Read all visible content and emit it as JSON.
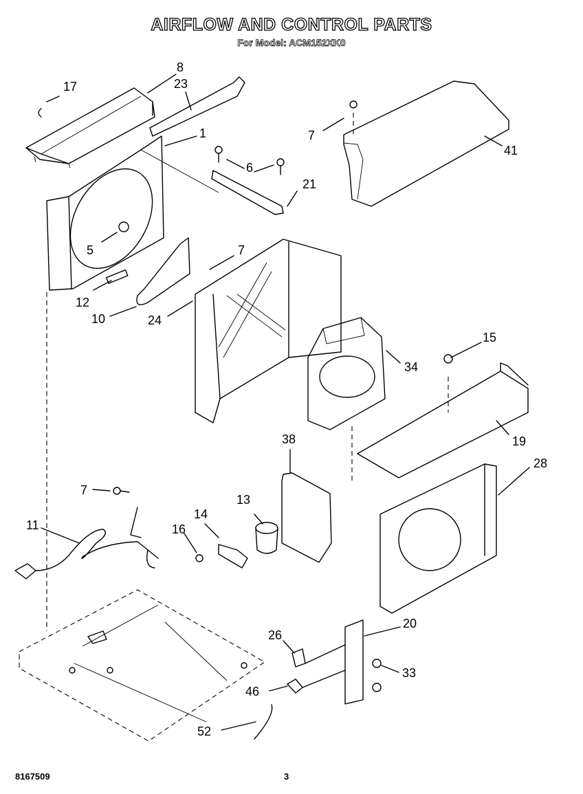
{
  "header": {
    "title": "AIRFLOW AND CONTROL PARTS",
    "subtitle": "For Model: ACM152XK0"
  },
  "footer": {
    "doc_number": "8167509",
    "page_number": "3"
  },
  "callouts": [
    {
      "id": "17",
      "label": "17"
    },
    {
      "id": "8",
      "label": "8"
    },
    {
      "id": "23",
      "label": "23"
    },
    {
      "id": "1",
      "label": "1"
    },
    {
      "id": "6",
      "label": "6"
    },
    {
      "id": "21",
      "label": "21"
    },
    {
      "id": "7a",
      "label": "7"
    },
    {
      "id": "41",
      "label": "41"
    },
    {
      "id": "5",
      "label": "5"
    },
    {
      "id": "7b",
      "label": "7"
    },
    {
      "id": "12",
      "label": "12"
    },
    {
      "id": "10",
      "label": "10"
    },
    {
      "id": "24",
      "label": "24"
    },
    {
      "id": "34",
      "label": "34"
    },
    {
      "id": "15",
      "label": "15"
    },
    {
      "id": "19",
      "label": "19"
    },
    {
      "id": "38",
      "label": "38"
    },
    {
      "id": "28",
      "label": "28"
    },
    {
      "id": "7c",
      "label": "7"
    },
    {
      "id": "13",
      "label": "13"
    },
    {
      "id": "14",
      "label": "14"
    },
    {
      "id": "16",
      "label": "16"
    },
    {
      "id": "11",
      "label": "11"
    },
    {
      "id": "20",
      "label": "20"
    },
    {
      "id": "26",
      "label": "26"
    },
    {
      "id": "33",
      "label": "33"
    },
    {
      "id": "46",
      "label": "46"
    },
    {
      "id": "52",
      "label": "52"
    }
  ]
}
